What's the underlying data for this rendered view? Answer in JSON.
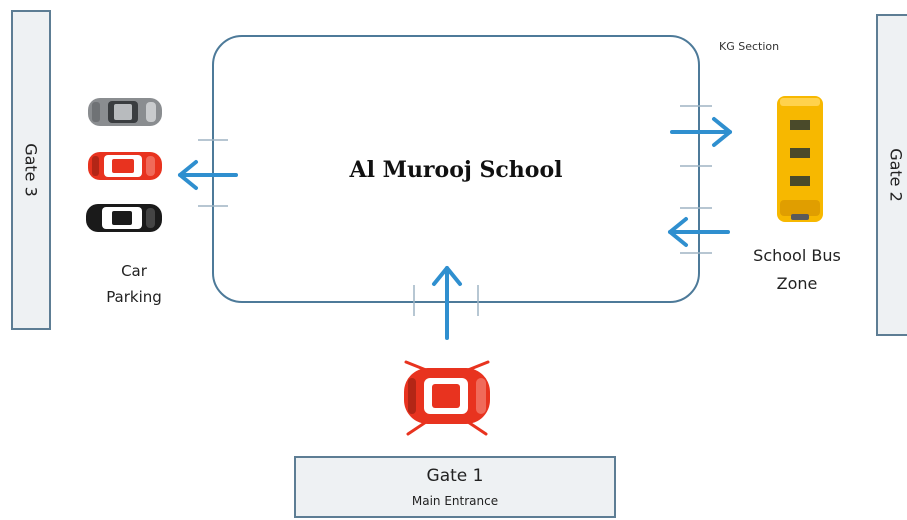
{
  "school": {
    "name": "Al Murooj School"
  },
  "labels": {
    "kg_section": "KG Section",
    "car_parking_line1": "Car",
    "car_parking_line2": "Parking",
    "bus_zone_line1": "School Bus",
    "bus_zone_line2": "Zone"
  },
  "gates": {
    "gate1": {
      "label": "Gate 1",
      "sublabel": "Main Entrance"
    },
    "gate2": {
      "label": "Gate 2"
    },
    "gate3": {
      "label": "Gate 3"
    }
  },
  "colors": {
    "arrow": "#2f8fcf",
    "school_border": "#4d7a99",
    "gate_border": "#5d7d94",
    "gate_fill": "#eef1f3",
    "car_red": "#e8331f",
    "car_silver": "#8a8d90",
    "car_black": "#1a1a1a",
    "bus_yellow": "#f7b800",
    "tick_marks": "#9fb4c4"
  },
  "icons": [
    "car-silver-icon",
    "car-red-icon",
    "car-black-icon",
    "school-bus-icon",
    "car-entering-icon"
  ]
}
